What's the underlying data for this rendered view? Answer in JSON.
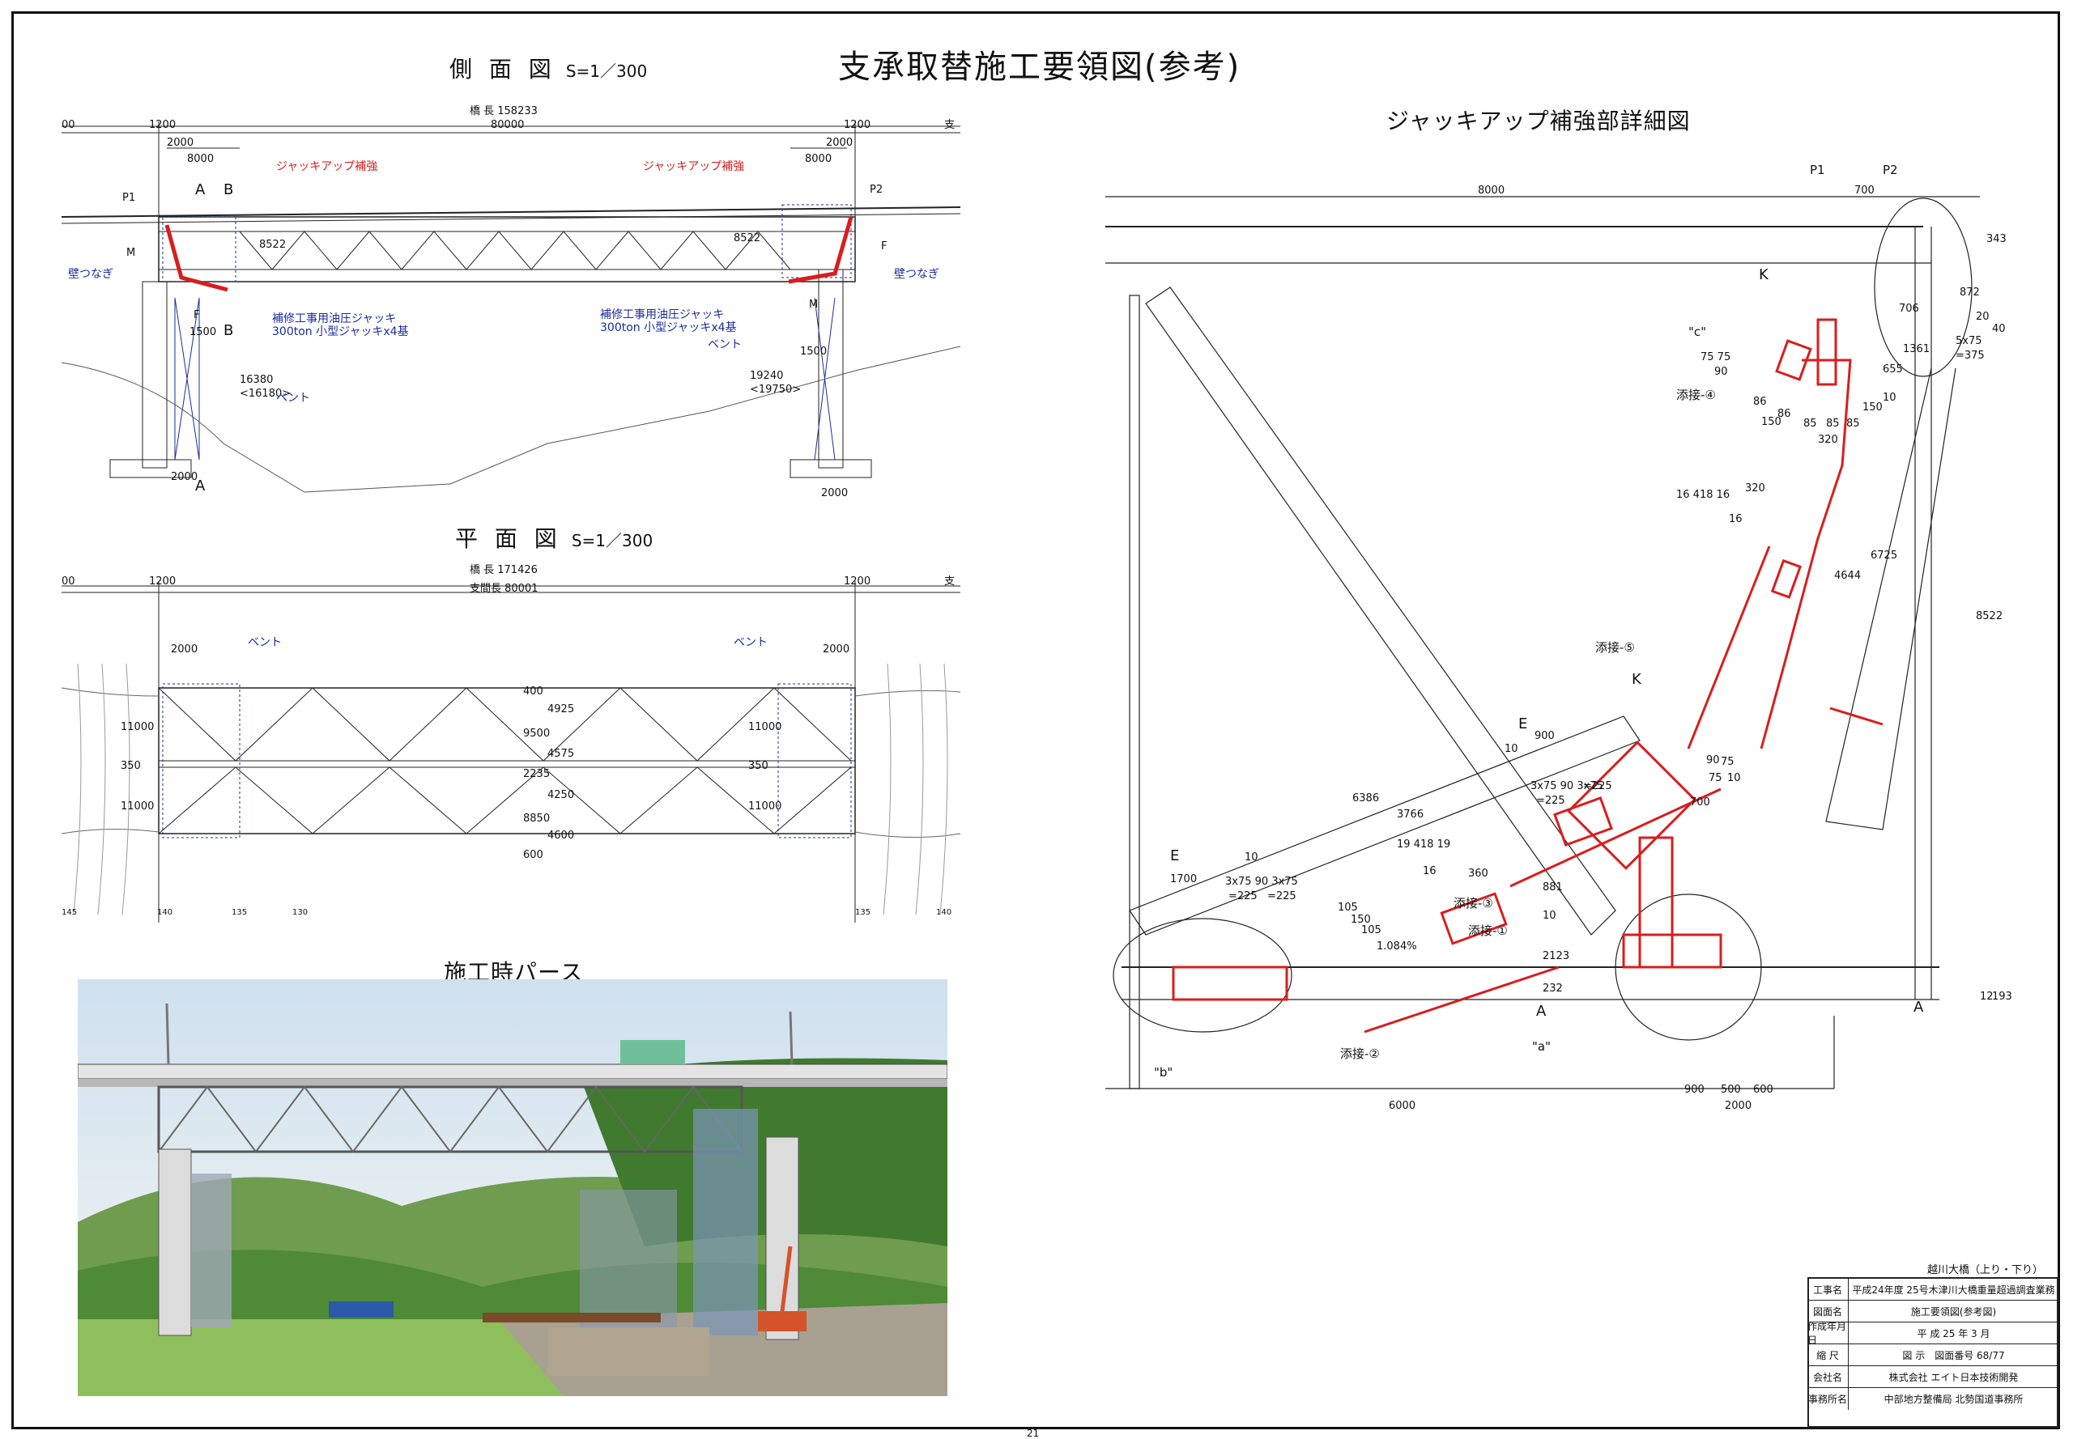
{
  "title": "支承取替施工要領図(参考)",
  "side_view": {
    "title": "側 面 図",
    "scale": "S=1／300",
    "bridge_length": "橋 長 158233",
    "dims": [
      "00",
      "1200",
      "80000",
      "1200",
      "支",
      "2000",
      "8000",
      "2000",
      "8000",
      "A",
      "B",
      "8522",
      "8522",
      "B",
      "1500",
      "1500",
      "16380",
      "<16180>",
      "19240",
      "<19750>",
      "2000",
      "A",
      "2000"
    ],
    "piers": [
      "P1",
      "P2",
      "M",
      "F",
      "F",
      "M"
    ],
    "labels_red": [
      "ジャッキアップ補強",
      "ジャッキアップ補強"
    ],
    "labels_blue": [
      "壁つなぎ",
      "壁つなぎ",
      "補修工事用油圧ジャッキ",
      "300ton 小型ジャッキx4基",
      "補修工事用油圧ジャッキ",
      "300ton 小型ジャッキx4基",
      "ベント",
      "ベント"
    ]
  },
  "plan_view": {
    "title": "平 面 図",
    "scale": "S=1／300",
    "bridge_length": "橋 長 171426",
    "span": "支間長 80001",
    "dims": [
      "00",
      "1200",
      "1200",
      "支",
      "2000",
      "2000",
      "11000",
      "350",
      "11000",
      "11000",
      "350",
      "11000",
      "400",
      "4925",
      "9500",
      "4575",
      "2235",
      "4250",
      "8850",
      "4600",
      "600"
    ],
    "labels_blue": [
      "ベント",
      "ベント"
    ],
    "small": [
      "145",
      "140",
      "135",
      "130",
      "135",
      "140"
    ]
  },
  "perspective": {
    "title": "施工時パース"
  },
  "detail": {
    "title": "ジャッキアップ補強部詳細図",
    "dims": [
      "8000",
      "700",
      "343",
      "872",
      "20",
      "40",
      "706",
      "1361",
      "655",
      "10",
      "5x75",
      "=375",
      "8522",
      "150",
      "85",
      "85",
      "85",
      "320",
      "150",
      "86",
      "86",
      "75 75",
      "90",
      "320",
      "16",
      "16 418 16",
      "4644",
      "6725",
      "6386",
      "3766",
      "10",
      "900",
      "3x75 90 3x75",
      "=225",
      "=225",
      "75",
      "90",
      "75",
      "10",
      "700",
      "1700",
      "10",
      "3x75 90 3x75",
      "=225",
      "=225",
      "105",
      "150",
      "105",
      "19 418 19",
      "16",
      "360",
      "881",
      "10",
      "2123",
      "232",
      "12",
      "193",
      "6000",
      "900",
      "500",
      "600",
      "2000",
      "1.084%"
    ],
    "tags": [
      "P1",
      "P2",
      "K",
      "K",
      "E",
      "E",
      "A",
      "A",
      "\"c\"",
      "\"a\"",
      "\"b\"",
      "添接-④",
      "添接-⑤",
      "添接-③",
      "添接-①",
      "添接-②"
    ]
  },
  "title_block": {
    "caption": "越川大橋（上り・下り）",
    "rows": [
      {
        "k": "工事名",
        "v": "平成24年度 25号木津川大橋重量超過調査業務"
      },
      {
        "k": "図面名",
        "v": "施工要領図(参考図)"
      },
      {
        "k": "作成年月日",
        "v": "平 成 25 年 3 月"
      },
      {
        "k": "縮 尺",
        "v": "図 示　図面番号 68/77"
      },
      {
        "k": "会社名",
        "v": "株式会社 エイト日本技術開発"
      },
      {
        "k": "事務所名",
        "v": "中部地方整備局 北勢国道事務所"
      }
    ]
  },
  "page_number": "21",
  "colors": {
    "red": "#d81e1e",
    "blue": "#1a2c9e",
    "ink": "#111111"
  }
}
